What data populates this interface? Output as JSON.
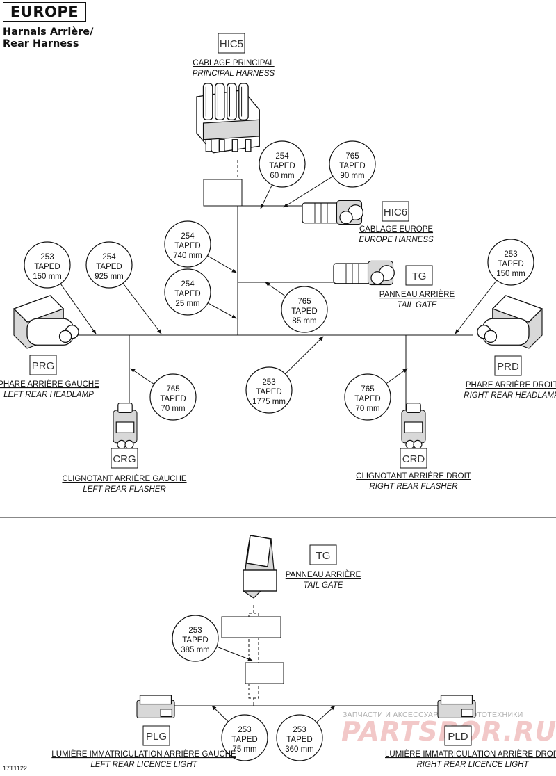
{
  "header": {
    "region": "EUROPE",
    "title_fr": "Harnais Arrière/",
    "title_en": "Rear Harness"
  },
  "figure_number": "17T1122",
  "watermark": {
    "text": "ЗАПЧАСТИ И АКСЕССУАРЫ ДЛЯ МОТОТЕХНИКИ",
    "logo": "PARTSPOR.RU"
  },
  "connectors": [
    {
      "code": "HIC5",
      "fr": "CABLAGE PRINCIPAL",
      "en": "PRINCIPAL HARNESS",
      "icon": "multi-pin-connector-icon"
    },
    {
      "code": "HIC6",
      "fr": "CABLAGE EUROPE",
      "en": "EUROPE HARNESS",
      "icon": "flat-connector-icon"
    },
    {
      "code": "TG",
      "fr": "PANNEAU ARRIÈRE",
      "en": "TAIL GATE",
      "icon": "flat-connector-icon"
    },
    {
      "code": "PRG",
      "fr": "PHARE ARRIÈRE GAUCHE",
      "en": "LEFT REAR HEADLAMP",
      "icon": "headlamp-connector-icon"
    },
    {
      "code": "PRD",
      "fr": "PHARE ARRIÈRE DROIT",
      "en": "RIGHT REAR HEADLAMP",
      "icon": "headlamp-connector-icon"
    },
    {
      "code": "CRG",
      "fr": "CLIGNOTANT ARRIÈRE GAUCHE",
      "en": "LEFT REAR FLASHER",
      "icon": "flasher-connector-icon"
    },
    {
      "code": "CRD",
      "fr": "CLIGNOTANT ARRIÈRE DROIT",
      "en": "RIGHT REAR FLASHER",
      "icon": "flasher-connector-icon"
    },
    {
      "code": "TG",
      "fr": "PANNEAU ARRIÈRE",
      "en": "TAIL GATE",
      "icon": "tailgate-connector-icon"
    },
    {
      "code": "PLG",
      "fr": "LUMIÈRE IMMATRICULATION ARRIÈRE GAUCHE",
      "en": "LEFT REAR LICENCE LIGHT",
      "icon": "licence-light-connector-icon"
    },
    {
      "code": "PLD",
      "fr": "LUMIÈRE IMMATRICULATION ARRIÈRE DROIT",
      "en": "RIGHT REAR LICENCE LIGHT",
      "icon": "licence-light-connector-icon"
    }
  ],
  "tape_callouts": [
    {
      "part": "254",
      "label": "TAPED",
      "length": "60 mm"
    },
    {
      "part": "765",
      "label": "TAPED",
      "length": "90 mm"
    },
    {
      "part": "254",
      "label": "TAPED",
      "length": "740 mm"
    },
    {
      "part": "254",
      "label": "TAPED",
      "length": "25 mm"
    },
    {
      "part": "765",
      "label": "TAPED",
      "length": "85 mm"
    },
    {
      "part": "253",
      "label": "TAPED",
      "length": "150 mm"
    },
    {
      "part": "254",
      "label": "TAPED",
      "length": "925 mm"
    },
    {
      "part": "253",
      "label": "TAPED",
      "length": "150 mm"
    },
    {
      "part": "765",
      "label": "TAPED",
      "length": "70 mm"
    },
    {
      "part": "253",
      "label": "TAPED",
      "length": "1775 mm"
    },
    {
      "part": "765",
      "label": "TAPED",
      "length": "70 mm"
    },
    {
      "part": "253",
      "label": "TAPED",
      "length": "385 mm"
    },
    {
      "part": "253",
      "label": "TAPED",
      "length": "75 mm"
    },
    {
      "part": "253",
      "label": "TAPED",
      "length": "360 mm"
    }
  ]
}
